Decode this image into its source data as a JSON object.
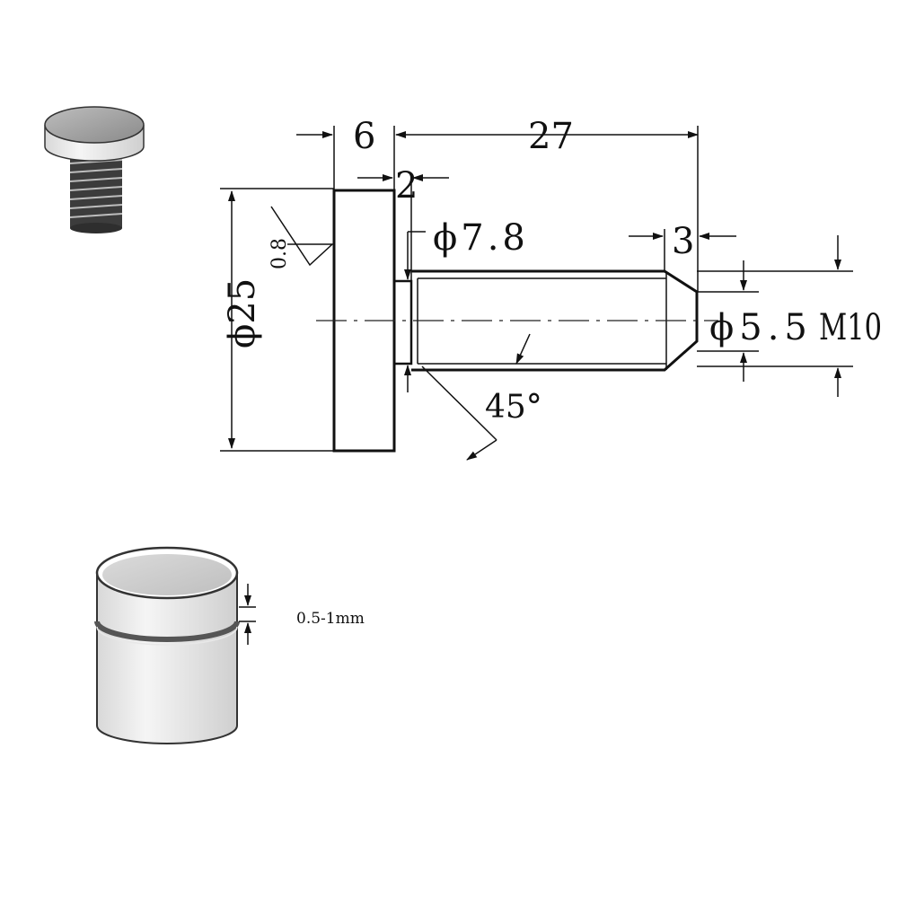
{
  "drawing": {
    "dims": {
      "head_thickness": "6",
      "shank_length": "27",
      "neck_width": "2",
      "chamfer_length": "3",
      "neck_diameter": "ϕ7.8",
      "head_diameter": "ϕ25",
      "tip_diameter": "ϕ5.5",
      "thread": "M10",
      "chamfer_angle": "45°",
      "roughness": "0.8"
    },
    "cap_gap_note": "0.5-1mm"
  },
  "colors": {
    "line": "#111111",
    "thin": "#222222",
    "shade_dark": "#5a5a5a",
    "shade_light": "#d9d9d9"
  }
}
